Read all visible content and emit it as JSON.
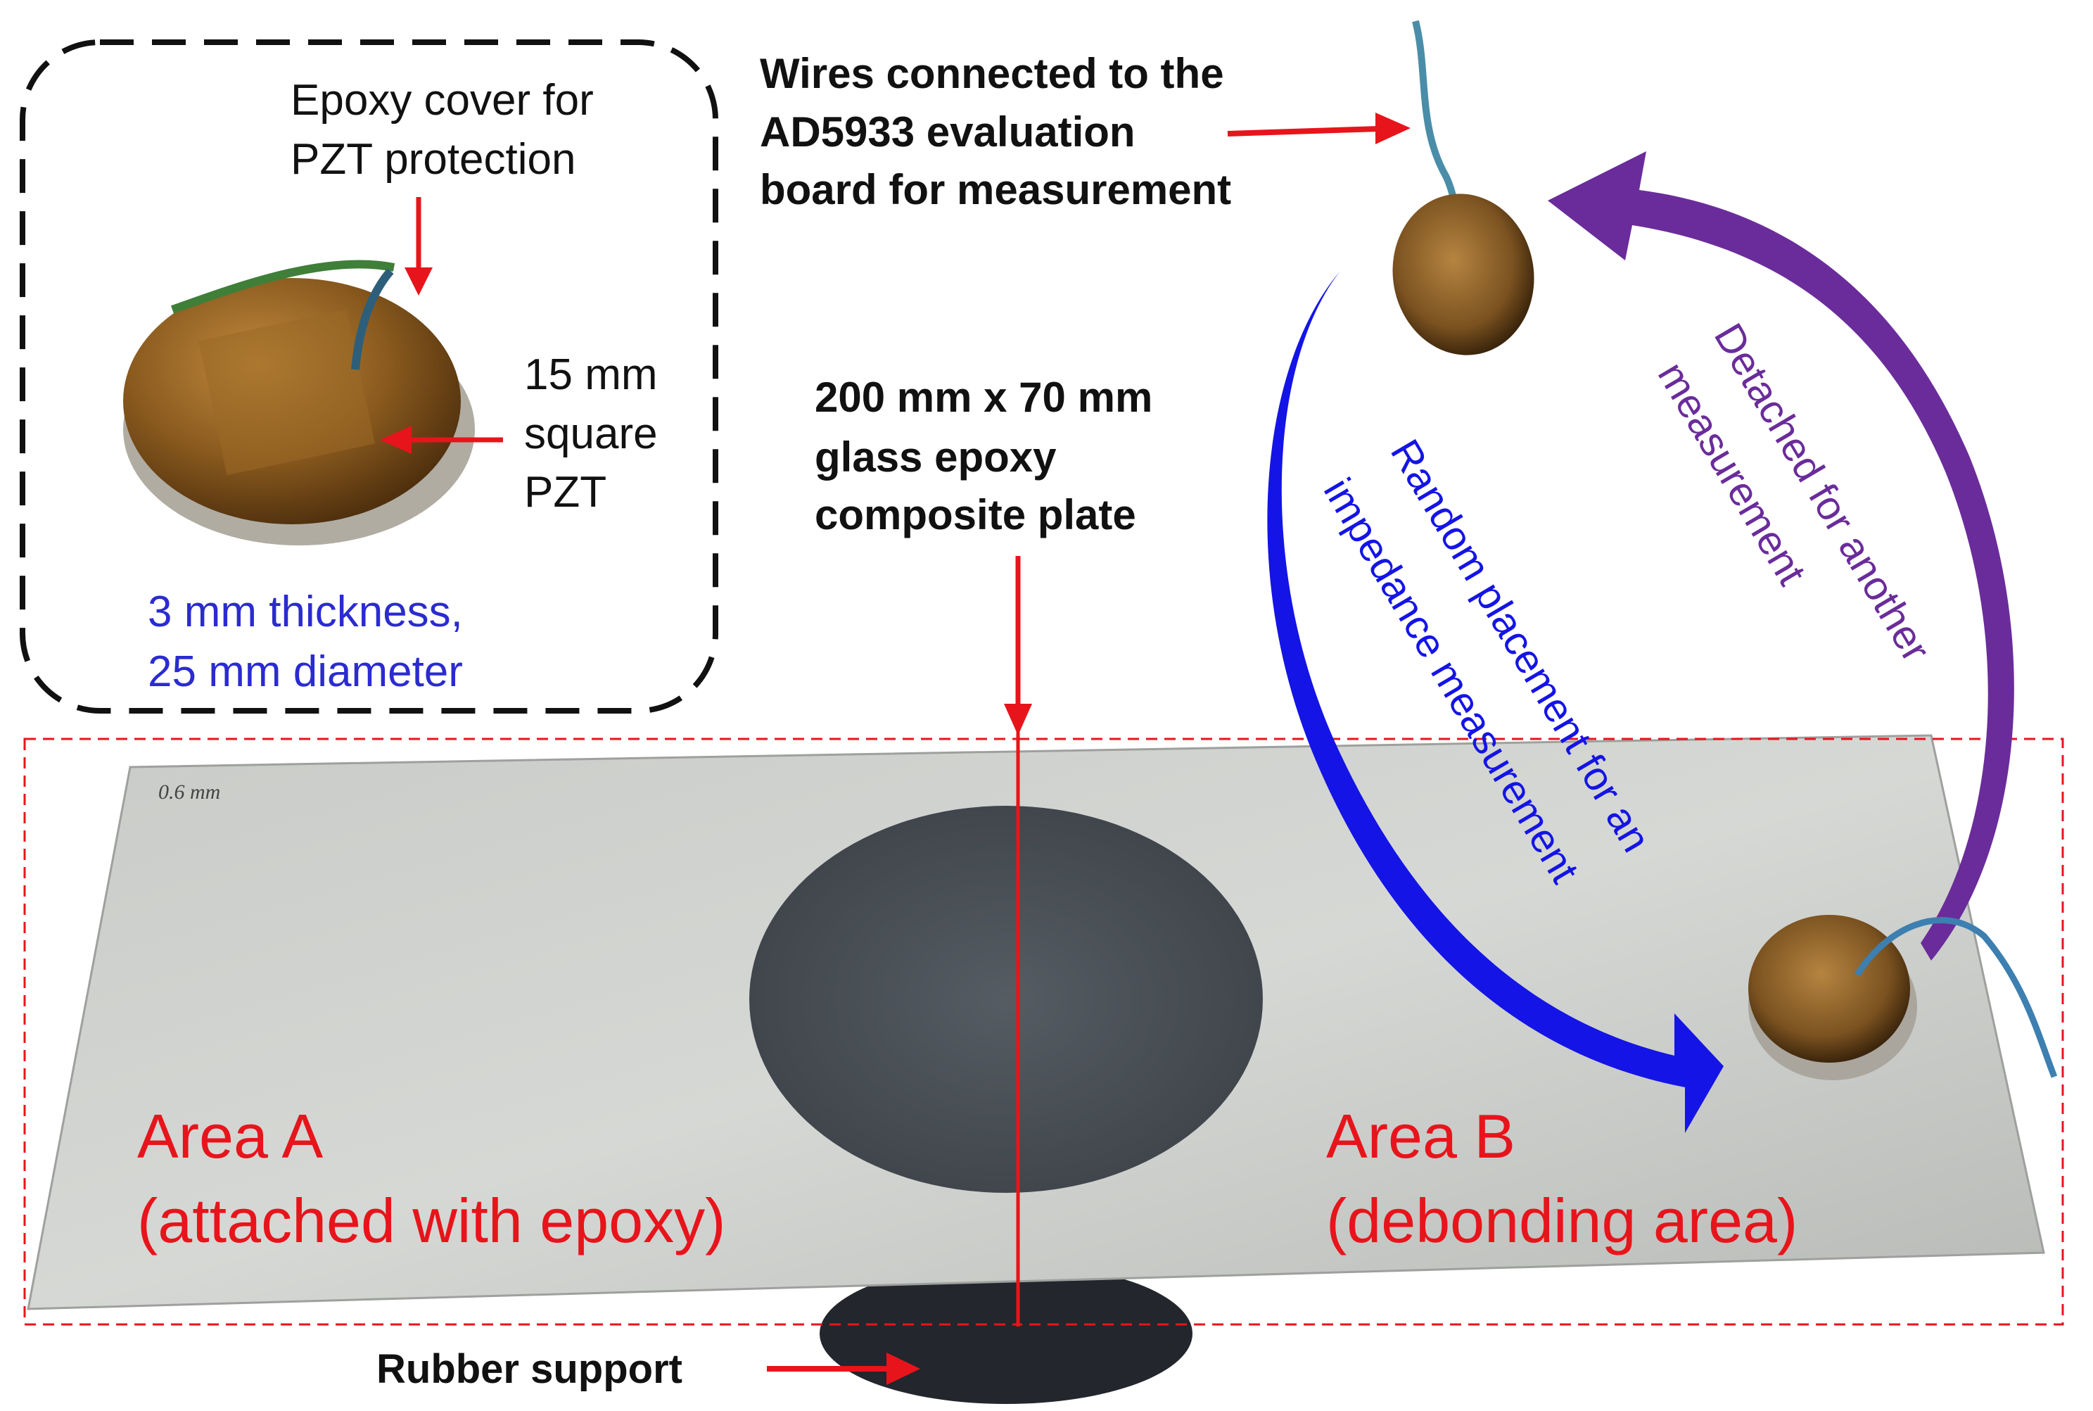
{
  "inset": {
    "epoxy_cover_line1": "Epoxy cover for",
    "epoxy_cover_line2": "PZT protection",
    "pzt_line1": "15 mm",
    "pzt_line2": "square",
    "pzt_line3": "PZT",
    "dims_line1": "3 mm thickness,",
    "dims_line2": "25 mm diameter"
  },
  "wires": {
    "line1": "Wires connected to the",
    "line2": "AD5933 evaluation",
    "line3": "board for measurement"
  },
  "plate": {
    "line1": "200 mm x 70 mm",
    "line2": "glass epoxy",
    "line3": "composite plate",
    "handwriting": "0.6 mm"
  },
  "areas": {
    "a_line1": "Area A",
    "a_line2": "(attached with epoxy)",
    "b_line1": "Area B",
    "b_line2": "(debonding area)"
  },
  "cycle": {
    "placement_line1": "Random placement for an",
    "placement_line2": "impedance measurement",
    "detached_line1": "Detached for another",
    "detached_line2": "measurement"
  },
  "support": {
    "label": "Rubber support"
  },
  "colors": {
    "red": "#e8141b",
    "blue": "#1414e6",
    "purple": "#6a2c9a",
    "inset_blue": "#2b2bd0"
  }
}
